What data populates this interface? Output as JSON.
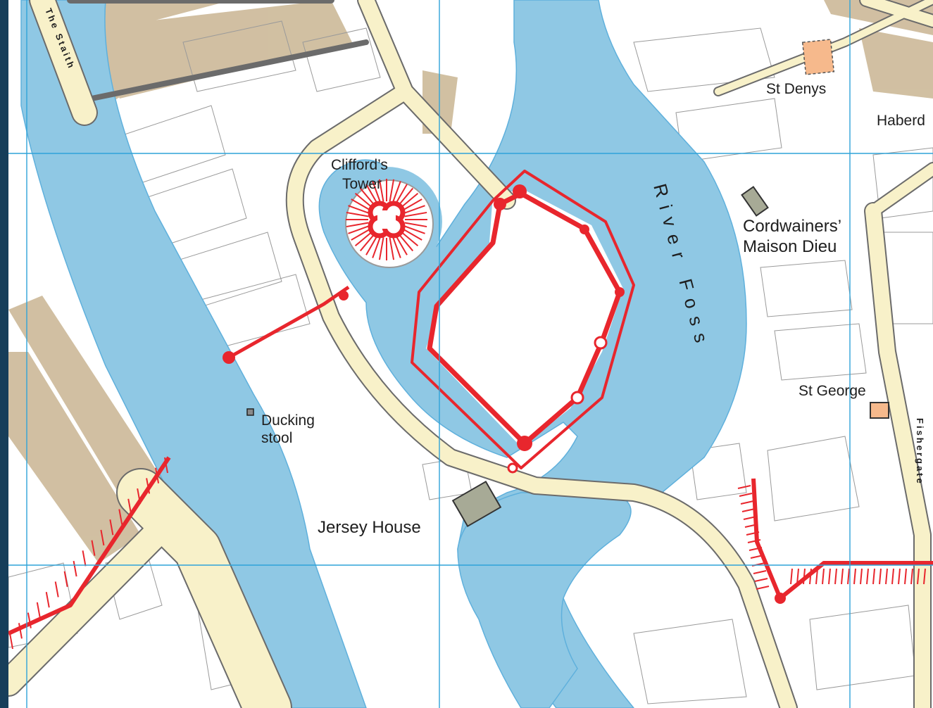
{
  "map": {
    "labels": {
      "the_staith": "The Staith",
      "st_denys": "St Denys",
      "haberdashers": "Haberd",
      "cliffords_tower_line1": "Clifford’s",
      "cliffords_tower_line2": "Tower",
      "river_foss": "River Foss",
      "cordwainers_line1": "Cordwainers’",
      "cordwainers_line2": "Maison Dieu",
      "st_george": "St George",
      "fishergate": "Fishergate",
      "ducking_stool_line1": "Ducking",
      "ducking_stool_line2": "stool",
      "jersey_house": "Jersey House"
    },
    "colors": {
      "water": "#8fc8e4",
      "land": "#ffffff",
      "road": "#f8f1c9",
      "built_up": "#c9b592",
      "defences": "#e8262d",
      "grid": "#2fa3d9",
      "frame": "#163e5a",
      "church": "#f6b98c",
      "monument": "#a7aa96"
    }
  }
}
